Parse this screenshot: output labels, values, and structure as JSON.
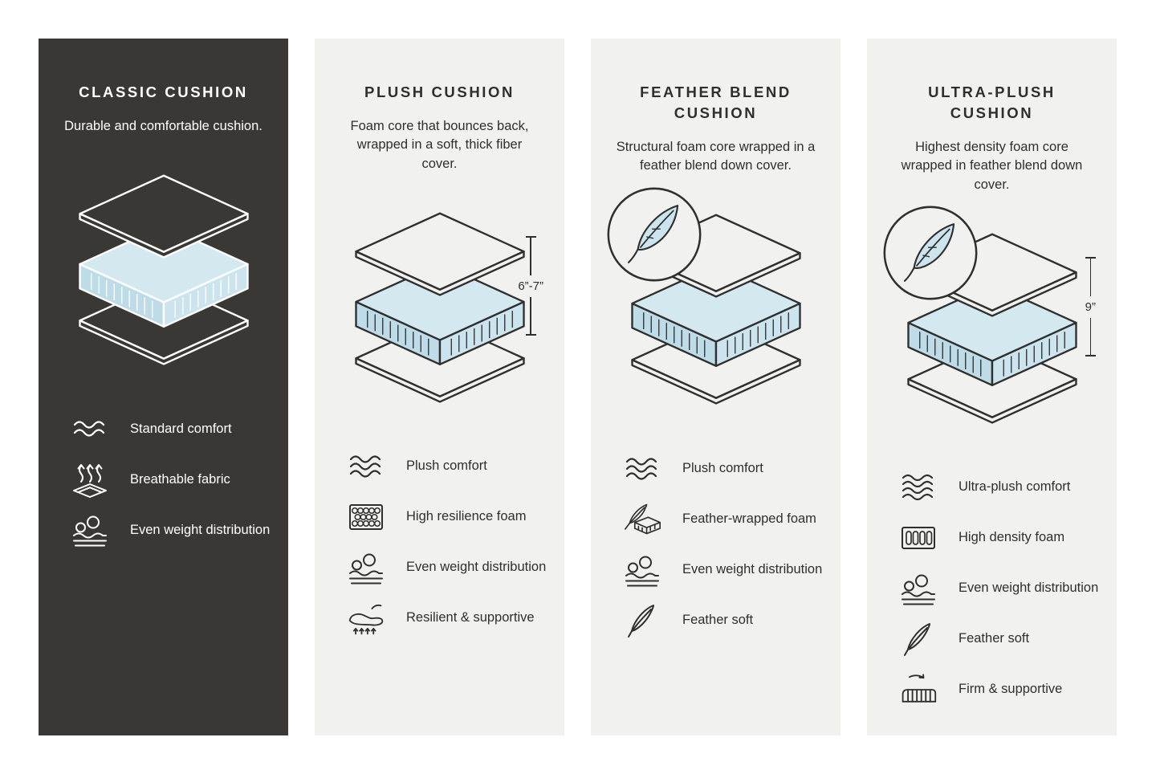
{
  "colors": {
    "dark_panel": "#3A3835",
    "light_panel": "#F1F1EF",
    "ink": "#2F2F2F",
    "foam_top": "#D4E8F0",
    "foam_left": "#BEDCE8",
    "foam_right": "#CCE4EE"
  },
  "panels": [
    {
      "id": "classic",
      "theme": "dark",
      "title": "CLASSIC CUSHION",
      "description": "Durable and comfortable cushion.",
      "diagram": {
        "feather_badge": false,
        "measurement": null
      },
      "features": [
        {
          "icon": "waves-icon",
          "label": "Standard comfort"
        },
        {
          "icon": "breathable-fabric-icon",
          "label": "Breathable fabric"
        },
        {
          "icon": "even-weight-icon",
          "label": "Even weight distribution"
        }
      ]
    },
    {
      "id": "plush",
      "theme": "light",
      "title": "PLUSH CUSHION",
      "description": "Foam core that bounces back, wrapped in a soft, thick fiber cover.",
      "diagram": {
        "feather_badge": false,
        "measurement": "6”-7”"
      },
      "features": [
        {
          "icon": "waves-icon",
          "label": "Plush comfort"
        },
        {
          "icon": "foam-cells-icon",
          "label": "High resilience foam"
        },
        {
          "icon": "even-weight-icon",
          "label": "Even weight distribution"
        },
        {
          "icon": "resilient-icon",
          "label": "Resilient & supportive"
        }
      ]
    },
    {
      "id": "feather-blend",
      "theme": "light",
      "title": "FEATHER BLEND CUSHION",
      "description": "Structural foam core wrapped in a feather blend down cover.",
      "diagram": {
        "feather_badge": true,
        "measurement": null
      },
      "features": [
        {
          "icon": "waves-icon",
          "label": "Plush comfort"
        },
        {
          "icon": "feather-foam-icon",
          "label": "Feather-wrapped foam"
        },
        {
          "icon": "even-weight-icon",
          "label": "Even weight distribution"
        },
        {
          "icon": "feather-icon",
          "label": "Feather soft"
        }
      ]
    },
    {
      "id": "ultra-plush",
      "theme": "light",
      "title": "ULTRA-PLUSH CUSHION",
      "description": "Highest density foam core wrapped in feather blend down cover.",
      "diagram": {
        "feather_badge": true,
        "measurement": "9”"
      },
      "features": [
        {
          "icon": "waves-icon",
          "label": "Ultra-plush comfort"
        },
        {
          "icon": "high-density-foam-icon",
          "label": "High density foam"
        },
        {
          "icon": "even-weight-icon",
          "label": "Even weight distribution"
        },
        {
          "icon": "feather-icon",
          "label": "Feather soft"
        },
        {
          "icon": "firm-supportive-icon",
          "label": "Firm & supportive"
        }
      ]
    }
  ]
}
